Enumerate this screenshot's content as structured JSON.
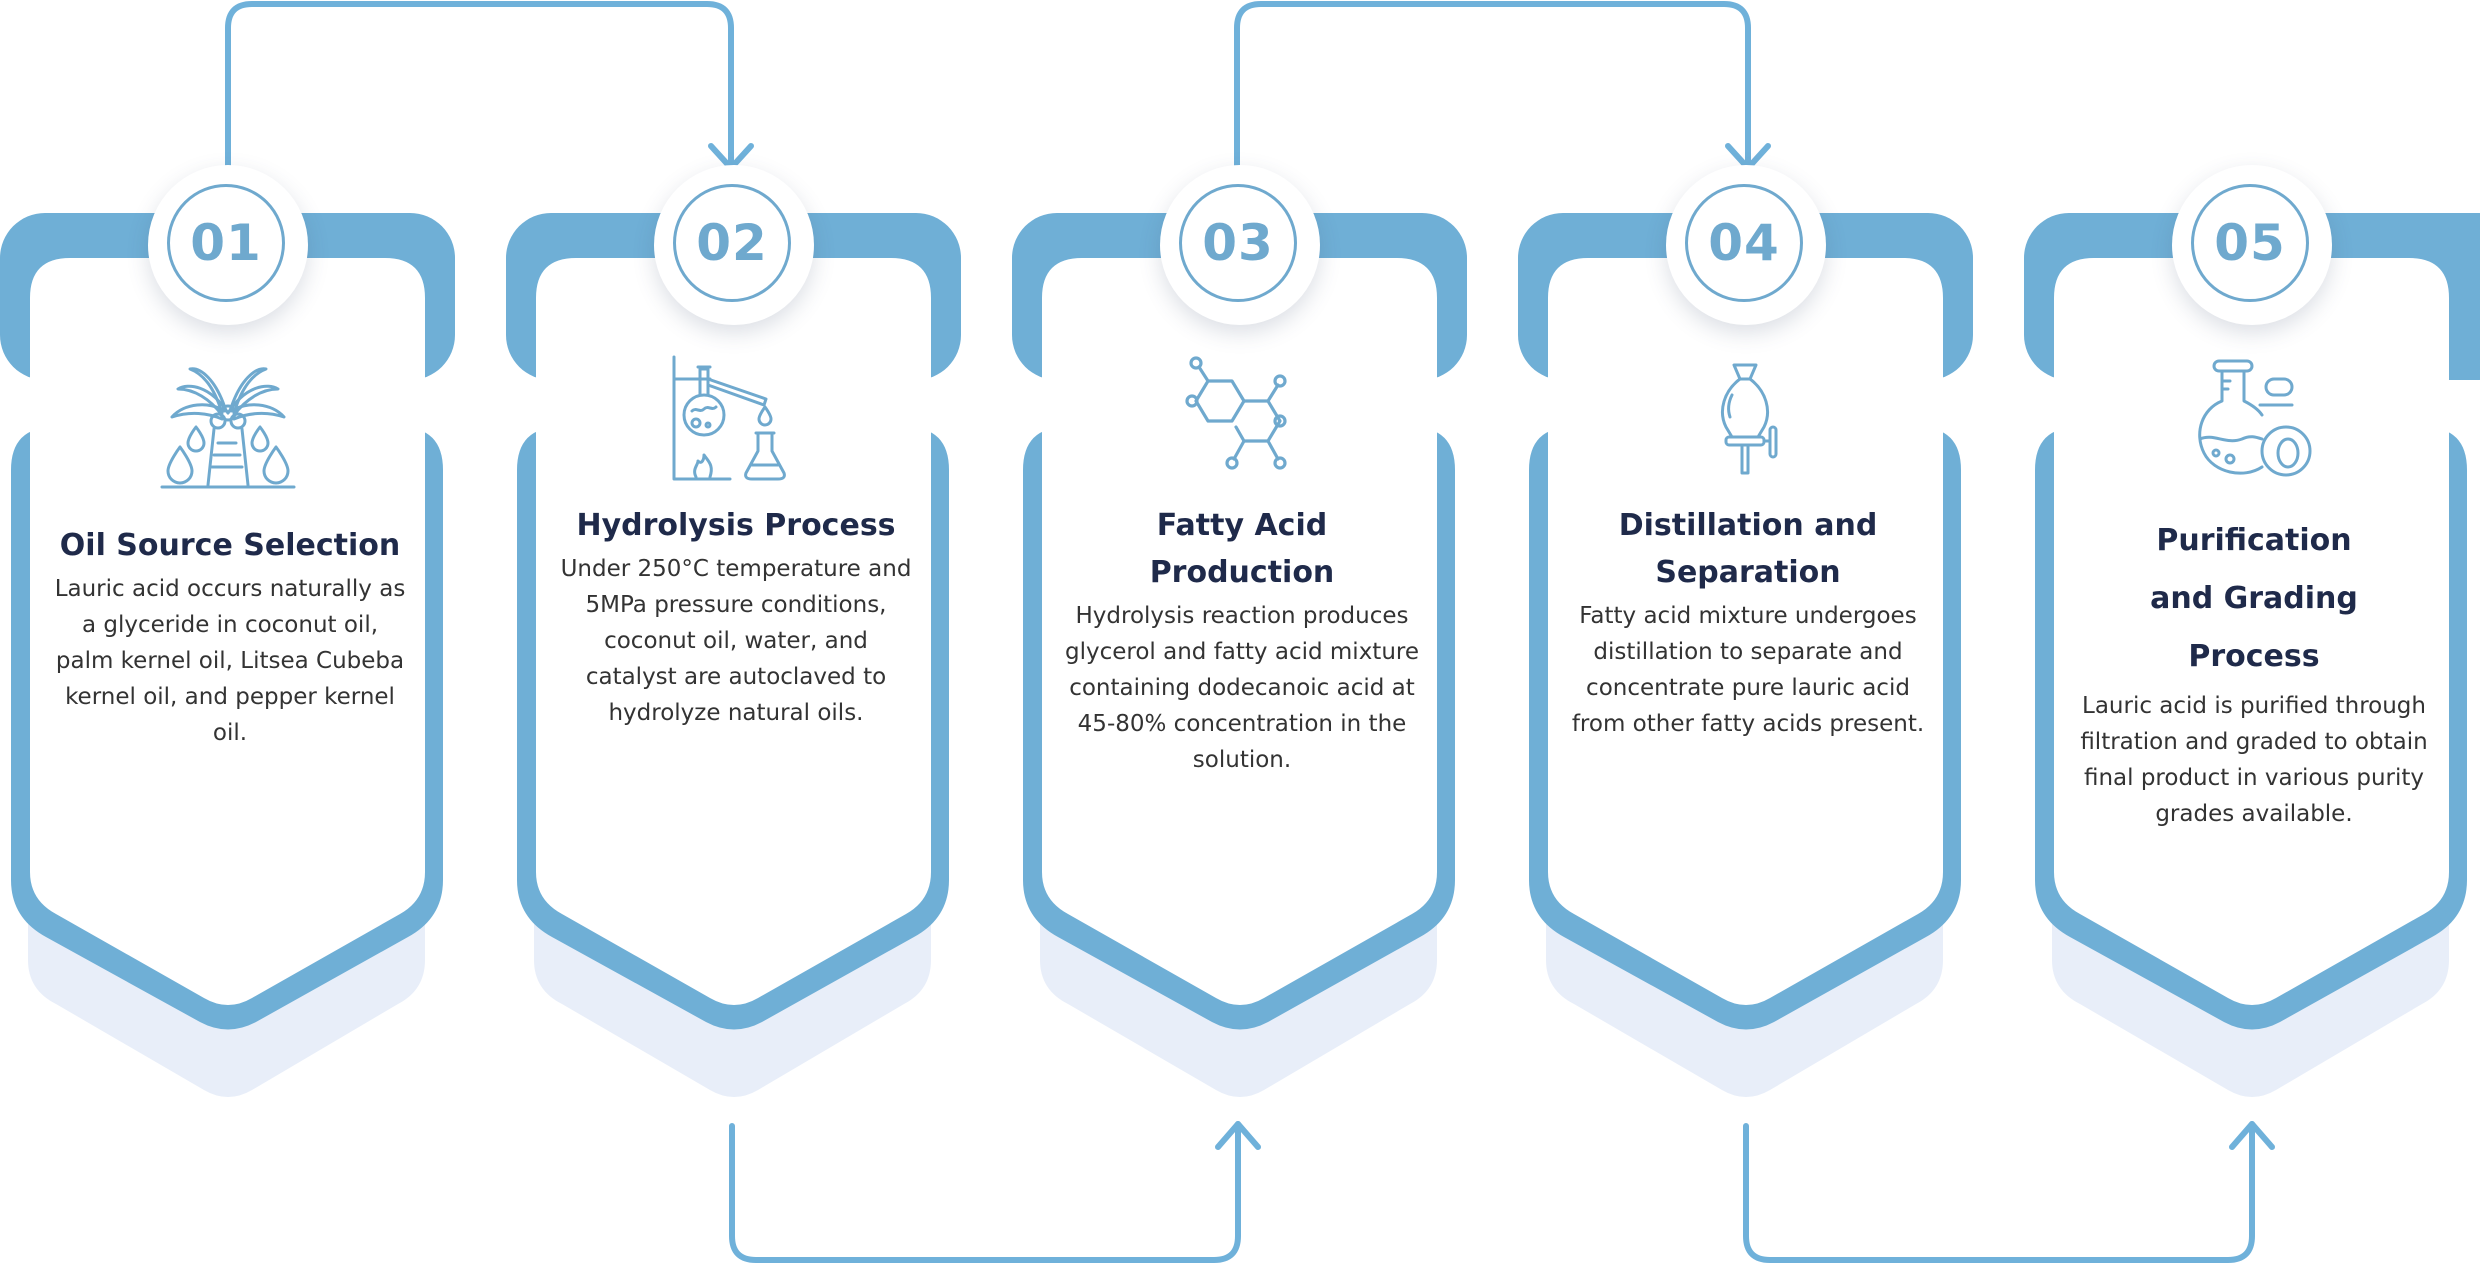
{
  "colors": {
    "accent": "#6FA9CE",
    "title": "#1F2A4A",
    "body": "#333333",
    "shadow": "#E8EEF9",
    "background": "#FFFFFF"
  },
  "steps": [
    {
      "number": "01",
      "icon": "palm-tree-oil-icon",
      "title": "Oil Source Selection",
      "body": "Lauric acid occurs naturally as a glyceride in coconut oil, palm kernel oil, Litsea Cubeba kernel oil, and pepper kernel oil."
    },
    {
      "number": "02",
      "icon": "distillation-apparatus-icon",
      "title": "Hydrolysis Process",
      "body": "Under 250°C temperature and 5MPa pressure conditions, coconut oil, water, and catalyst are autoclaved to hydrolyze natural oils."
    },
    {
      "number": "03",
      "icon": "molecule-structure-icon",
      "title": "Fatty Acid Production",
      "body": "Hydrolysis reaction produces glycerol and fatty acid mixture containing dodecanoic acid at 45-80% concentration in the solution."
    },
    {
      "number": "04",
      "icon": "separatory-funnel-icon",
      "title": "Distillation and Separation",
      "body": "Fatty acid mixture undergoes distillation to separate and concentrate pure lauric acid from other fatty acids present."
    },
    {
      "number": "05",
      "icon": "flask-coconut-icon",
      "title": "Purification and Grading Process",
      "body": "Lauric acid is purified through filtration and graded to obtain final product in various purity grades available."
    }
  ],
  "connectors": [
    {
      "from": "01",
      "to": "02",
      "position": "top"
    },
    {
      "from": "02",
      "to": "03",
      "position": "bottom"
    },
    {
      "from": "03",
      "to": "04",
      "position": "top"
    },
    {
      "from": "04",
      "to": "05",
      "position": "bottom"
    }
  ]
}
